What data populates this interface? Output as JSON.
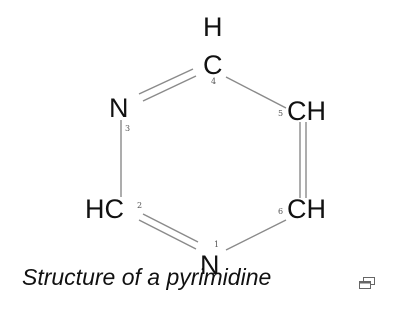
{
  "molecule": {
    "atoms": {
      "c4": "H\nC",
      "n3": "N",
      "c5": "CH",
      "c2": "HC",
      "c6": "CH",
      "n1": "N"
    },
    "ring_numbers": {
      "n1": "1",
      "c2": "2",
      "n3": "3",
      "c4": "4",
      "c5": "5",
      "c6": "6"
    }
  },
  "caption": {
    "text": "Structure of a pyrimidine"
  },
  "icons": {
    "enlarge": "enlarge-icon"
  }
}
